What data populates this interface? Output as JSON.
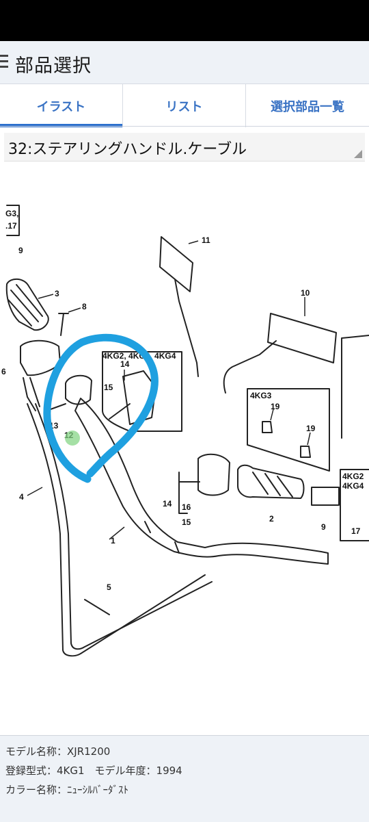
{
  "header": {
    "title": "部品選択",
    "menu_icon": "hamburger-menu-icon"
  },
  "tabs": [
    {
      "label": "イラスト",
      "active": true
    },
    {
      "label": "リスト",
      "active": false
    },
    {
      "label": "選択部品一覧",
      "active": false
    }
  ],
  "selector": {
    "value": "32:ステアリングハンドル.ケーブル"
  },
  "diagram": {
    "callouts": [
      "11",
      "10",
      "9",
      "3",
      "8",
      "6",
      "13",
      "12",
      "15",
      "14",
      "19",
      "19",
      "4",
      "1",
      "14",
      "16",
      "15",
      "2",
      "9",
      "17",
      "5"
    ],
    "partial_labels": [
      "G3,",
      ".17"
    ],
    "box_labels": {
      "left_variant": "4KG2, 4KG3, 4KG4",
      "right_variant": "4KG3",
      "edge_variant_1": "4KG2",
      "edge_variant_2": "4KG4"
    },
    "highlight_color": "#1fa0e0",
    "selected_marker_color": "#7fd37f"
  },
  "footer": {
    "model_name": "モデル名称：XJR1200",
    "registration": "登録型式：4KG1　モデル年度：1994",
    "color_name": "カラー名称：ﾆｭｰｼﾙﾊﾞｰﾀﾞｽﾄ"
  }
}
